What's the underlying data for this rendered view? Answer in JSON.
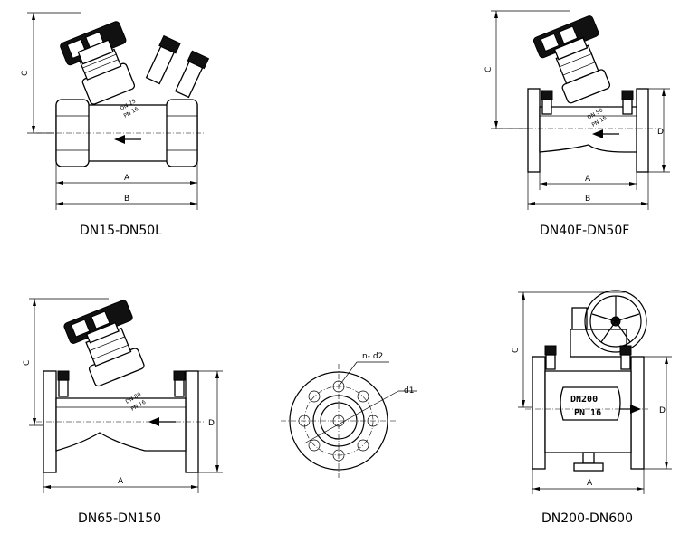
{
  "views": {
    "threaded": {
      "caption": "DN15-DN50L",
      "dim_a": "A",
      "dim_b": "B",
      "dim_c": "C",
      "body_mark_1": "DN 25",
      "body_mark_2": "PN 16"
    },
    "flanged_small": {
      "caption": "DN40F-DN50F",
      "dim_a": "A",
      "dim_b": "B",
      "dim_c": "C",
      "dim_d": "D",
      "body_mark_1": "DN 50",
      "body_mark_2": "PN 16"
    },
    "flanged_medium": {
      "caption": "DN65-DN150",
      "dim_a": "A",
      "dim_c": "C",
      "dim_d": "D",
      "body_mark_1": "DN 80",
      "body_mark_2": "PN 16"
    },
    "flange_face": {
      "label_holes": "n- d2",
      "label_bolt_circle": "d1"
    },
    "large": {
      "caption": "DN200-DN600",
      "dim_a": "A",
      "dim_c": "C",
      "dim_d": "D",
      "body_mark_1": "DN200",
      "body_mark_2": "PN 16"
    }
  }
}
